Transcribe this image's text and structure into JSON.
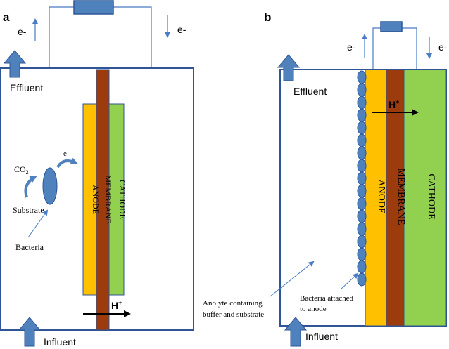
{
  "colors": {
    "frame": "#2f5597",
    "arrow_fill": "#4f81bd",
    "resistor": "#4f81bd",
    "wire": "#4a7bc4",
    "anode": "#ffc000",
    "membrane": "#9c3b0c",
    "cathode": "#92d050",
    "bacteria": "#4f81bd",
    "text": "#000000"
  },
  "panel_a": {
    "label": "a",
    "electron_up": "e-",
    "electron_down": "e-",
    "effluent": "Effluent",
    "influent": "Influent",
    "anode": "ANODE",
    "membrane": "MEMBRANE",
    "cathode": "CATHODE",
    "co2": "CO",
    "co2_sub": "2",
    "substrate": "Substrate",
    "bacteria": "Bacteria",
    "electron_small": "e-",
    "proton": "H",
    "proton_sup": "+"
  },
  "panel_b": {
    "label": "b",
    "electron_up": "e-",
    "electron_down": "e-",
    "effluent": "Effluent",
    "influent": "Influent",
    "anode": "ANODE",
    "membrane": "MEMBRANE",
    "cathode": "CATHODE",
    "proton": "H",
    "proton_sup": "+",
    "anolyte_line1": "Anolyte containing",
    "anolyte_line2": "buffer and substrate",
    "bacteria_attached_line1": "Bacteria attached",
    "bacteria_attached_line2": "to anode"
  }
}
